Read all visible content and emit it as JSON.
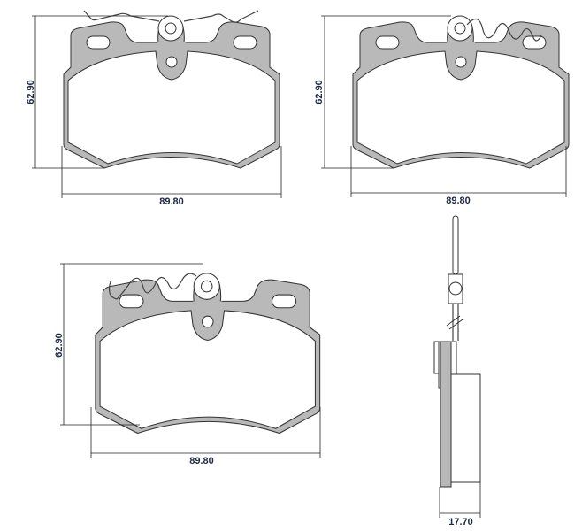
{
  "drawings": [
    {
      "name": "front-view-with-wire-clip",
      "height_label": "62.90",
      "width_label": "89.80"
    },
    {
      "name": "front-view-with-spring-right",
      "height_label": "62.90",
      "width_label": "89.80"
    },
    {
      "name": "front-view-with-spring-left",
      "height_label": "62.90",
      "width_label": "89.80"
    }
  ],
  "side_view": {
    "thickness_label": "17.70"
  },
  "colors": {
    "backplate": "#b9b9b9",
    "label": "#1c2846"
  }
}
